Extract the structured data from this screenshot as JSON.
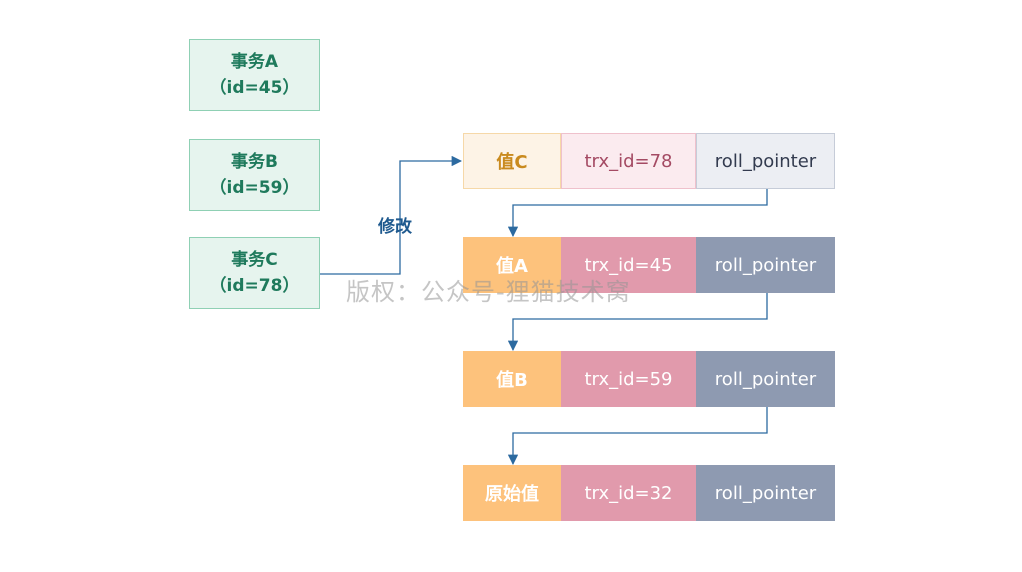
{
  "transactions": [
    {
      "name": "事务A",
      "id": "（id=45）"
    },
    {
      "name": "事务B",
      "id": "（id=59）"
    },
    {
      "name": "事务C",
      "id": "（id=78）"
    }
  ],
  "edit_label": "修改",
  "versions": [
    {
      "value": "值C",
      "trx": "trx_id=78",
      "pointer": "roll_pointer"
    },
    {
      "value": "值A",
      "trx": "trx_id=45",
      "pointer": "roll_pointer"
    },
    {
      "value": "值B",
      "trx": "trx_id=59",
      "pointer": "roll_pointer"
    },
    {
      "value": "原始值",
      "trx": "trx_id=32",
      "pointer": "roll_pointer"
    }
  ],
  "watermark": "版权：公众号-狸猫技术窝",
  "colors": {
    "transaction_fill": "#e6f4ee",
    "transaction_text": "#1f7a5c",
    "value_cell": "#fdc27c",
    "trx_cell": "#e19aac",
    "pointer_cell": "#8e9ab1",
    "arrow": "#2c6aa0"
  }
}
